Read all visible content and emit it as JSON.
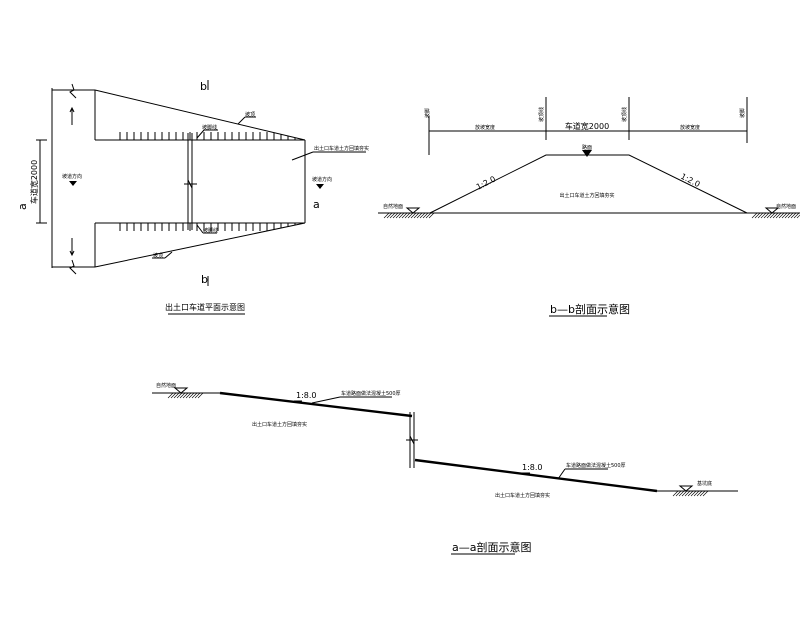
{
  "plan": {
    "title": "出土口车道平面示意图",
    "width_dim": "车道宽2000",
    "section_b_top": "b",
    "section_b_bottom": "b",
    "section_a_left": "a",
    "section_a_right": "a",
    "label_slope_top": "坡顶",
    "label_slope_foot_top": "坡脚线",
    "label_slope_foot_bottom": "坡脚线",
    "label_slope_bottom": "坡顶",
    "label_fill": "出土口车道土方回填夯实",
    "label_down_left": "坡道方向",
    "label_down_right": "坡道方向"
  },
  "section_b": {
    "title": "b—b剖面示意图",
    "dim_left": "放坡宽度",
    "dim_middle": "车道宽2000",
    "dim_right": "放坡宽度",
    "tick_labels": [
      "坡脚",
      "坡顶线",
      "坡顶线",
      "坡脚"
    ],
    "top_label": "路面",
    "slope_left": "1:2.0",
    "slope_right": "1:2.0",
    "fill_label": "出土口车道土方回填夯实",
    "ground_left": "自然地面",
    "ground_right": "自然地面"
  },
  "section_a": {
    "title": "a—a剖面示意图",
    "ground_left": "自然地面",
    "ground_right": "基坑底",
    "slope_upper": "1:8.0",
    "slope_lower": "1:8.0",
    "pavement_upper": "车道路面做法混凝土500厚",
    "pavement_lower": "车道路面做法混凝土500厚",
    "fill_upper": "出土口车道土方回填夯实",
    "fill_lower": "出土口车道土方回填夯实"
  }
}
